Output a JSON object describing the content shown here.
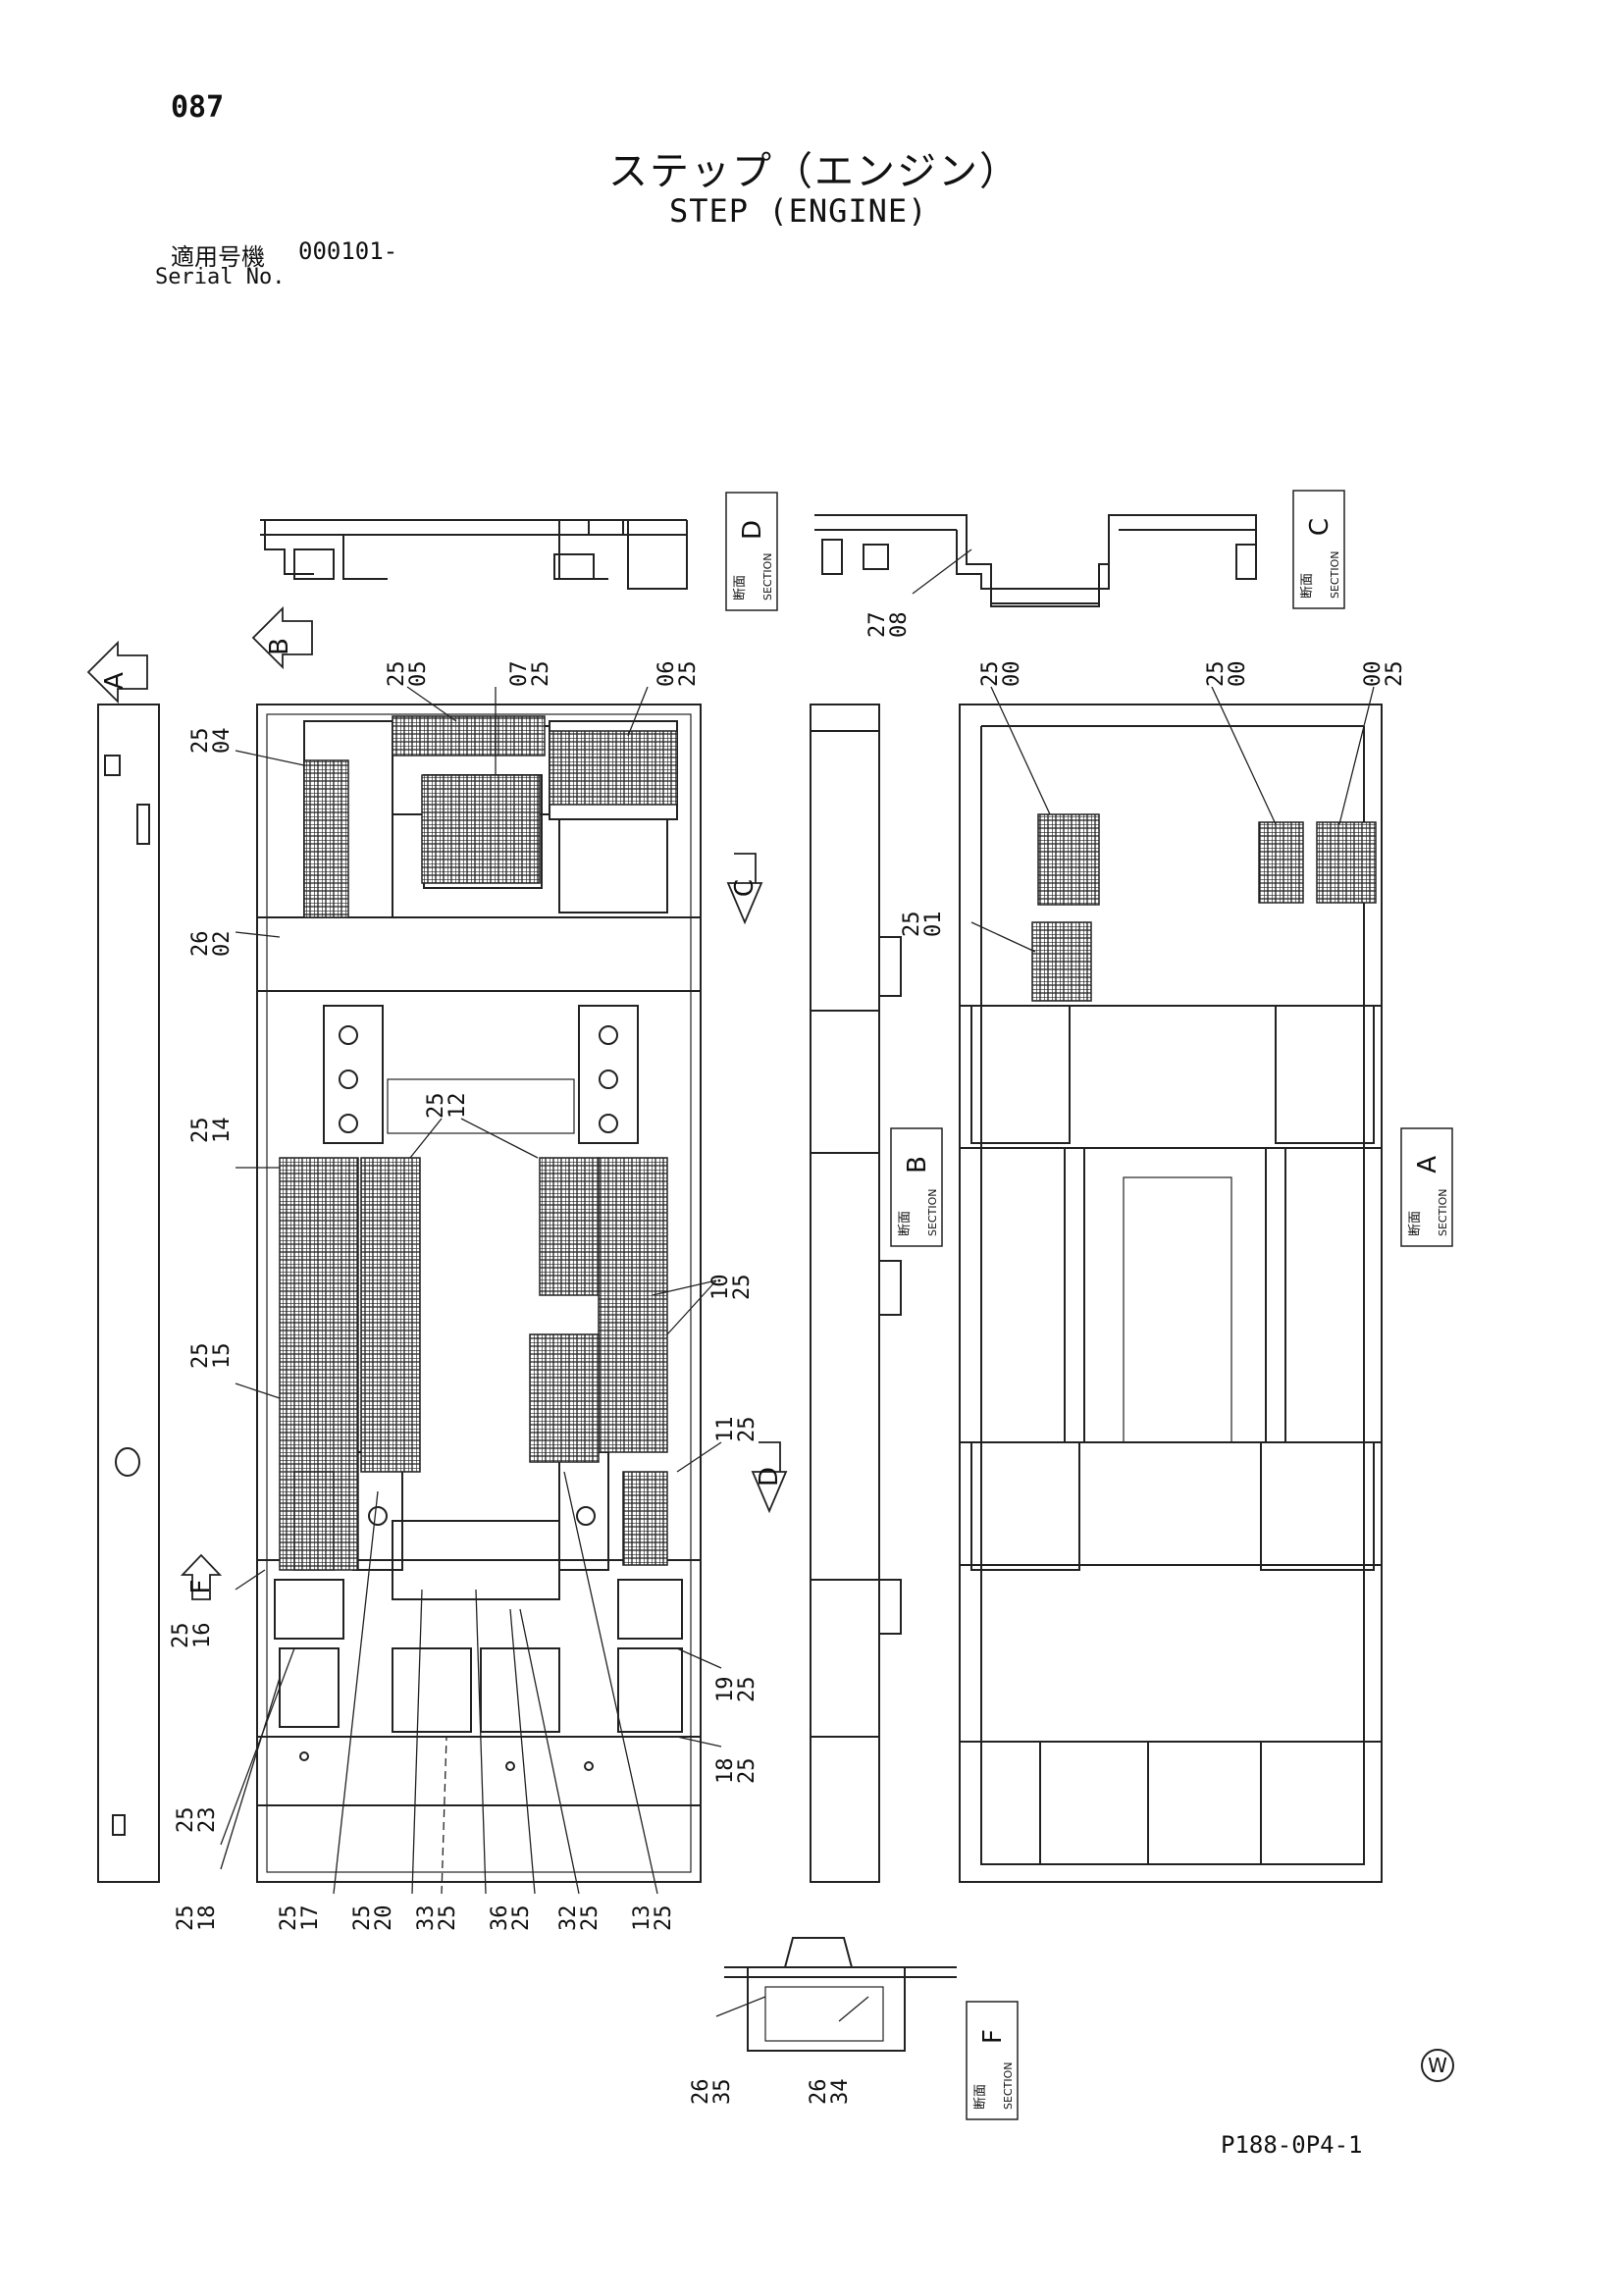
{
  "page_number": "087",
  "title_jp": "ステップ（エンジン）",
  "title_en": "STEP (ENGINE)",
  "serial": {
    "label_jp": "適用号機",
    "value": "000101-",
    "label_en": "Serial No."
  },
  "drawing_code": "P188-0P4-1",
  "corner_mark": "W",
  "view_arrows": [
    "A",
    "B",
    "C",
    "D",
    "F"
  ],
  "sections": [
    {
      "id": "D",
      "jp": "断面",
      "en": "SECTION"
    },
    {
      "id": "C",
      "jp": "断面",
      "en": "SECTION"
    },
    {
      "id": "B",
      "jp": "断面",
      "en": "SECTION"
    },
    {
      "id": "A",
      "jp": "断面",
      "en": "SECTION"
    },
    {
      "id": "F",
      "jp": "断面",
      "en": "SECTION"
    }
  ],
  "callouts": {
    "c2505": [
      "25",
      "05"
    ],
    "c0725": [
      "07",
      "25"
    ],
    "c0625": [
      "06",
      "25"
    ],
    "c2504": [
      "25",
      "04"
    ],
    "c2602": [
      "26",
      "02"
    ],
    "c2512": [
      "25",
      "12"
    ],
    "c2514": [
      "25",
      "14"
    ],
    "c1025": [
      "10",
      "25"
    ],
    "c2515": [
      "25",
      "15"
    ],
    "c1125": [
      "11",
      "25"
    ],
    "c2516": [
      "25",
      "16"
    ],
    "c1925": [
      "19",
      "25"
    ],
    "c1825": [
      "18",
      "25"
    ],
    "c2523": [
      "25",
      "23"
    ],
    "c2518": [
      "25",
      "18"
    ],
    "c2517": [
      "25",
      "17"
    ],
    "c2520": [
      "25",
      "20"
    ],
    "c3325": [
      "33",
      "25"
    ],
    "c3625": [
      "36",
      "25"
    ],
    "c3225": [
      "32",
      "25"
    ],
    "c1325": [
      "13",
      "25"
    ],
    "c2708": [
      "27",
      "08"
    ],
    "c2500a": [
      "25",
      "00"
    ],
    "c2500b": [
      "25",
      "00"
    ],
    "c0025": [
      "00",
      "25"
    ],
    "c2501": [
      "25",
      "01"
    ],
    "c2635": [
      "26",
      "35"
    ],
    "c2634": [
      "26",
      "34"
    ]
  }
}
